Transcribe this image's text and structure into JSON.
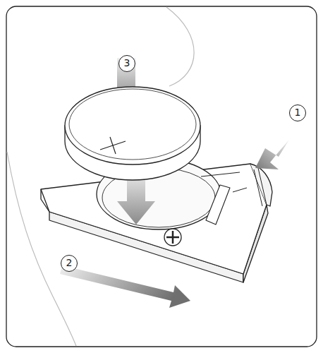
{
  "diagram": {
    "labels": [
      "3",
      "1",
      "2"
    ]
  }
}
